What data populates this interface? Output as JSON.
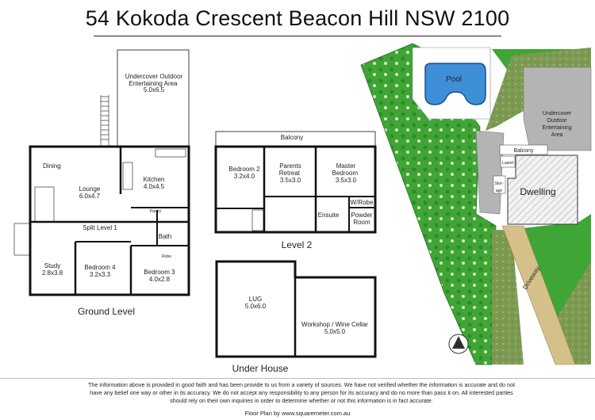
{
  "title": "54 Kokoda Crescent Beacon Hill NSW 2100",
  "ground_level": {
    "caption": "Ground Level",
    "rooms": {
      "outdoor_name": "Undercover Outdoor\nEntertaining Area",
      "outdoor_size": "5.0x6.5",
      "dining": "Dining",
      "lounge_name": "Lounge",
      "lounge_size": "6.0x4.7",
      "kitchen_name": "Kitchen",
      "kitchen_size": "4.0x4.5",
      "pantry": "Pantry",
      "split_level": "Split Level 1",
      "bath": "Bath",
      "robe": "Robe",
      "study_name": "Study",
      "study_size": "2.8x3.8",
      "bed4_name": "Bedroom 4",
      "bed4_size": "3.2x3.3",
      "bed3_name": "Bedroom 3",
      "bed3_size": "4.0x2.8"
    }
  },
  "level2": {
    "caption": "Level 2",
    "rooms": {
      "balcony": "Balcony",
      "bed2_name": "Bedroom 2",
      "bed2_size": "3.2x4.0",
      "retreat_name": "Parents\nRetreat",
      "retreat_size": "3.5x3.0",
      "master_name": "Master\nBedroom",
      "master_size": "3.5x3.0",
      "ensuite": "Ensuite",
      "wrobe": "W/Robe",
      "powder": "Powder\nRoom"
    }
  },
  "under_house": {
    "caption": "Under House",
    "rooms": {
      "lug_name": "LUG",
      "lug_size": "5.0x6.0",
      "workshop_name": "Workshop / Wine Cellar",
      "workshop_size": "5.0x5.0"
    }
  },
  "site_plan": {
    "pool": "Pool",
    "outdoor": "Undercover\nOutdoor\nEntertaining\nArea",
    "balcony": "Balcony",
    "laundry": "Laund",
    "storage": "Stor-\nage",
    "dwelling": "Dwelling",
    "driveway": "Driveway",
    "north": "N",
    "colors": {
      "lawn": "#3fa535",
      "garden": "#7d9a52",
      "paving": "#b4b4b4",
      "pool": "#3f8fd8",
      "driveway": "#d6c08a"
    }
  },
  "disclaimer": "The information above is provided in good faith and has been provide to us from a variety of sources. We have not verified whether the information is accurate and do not have any belief one way or other in its accuracy. We do not accept any responsibility to any person for its accuracy and do no more than pass it on. All interested parties should rely on their own inquiries in order to determine whether or not this information is in fact accurate.",
  "credit": "Floor Plan by www.squaremeter.com.au"
}
